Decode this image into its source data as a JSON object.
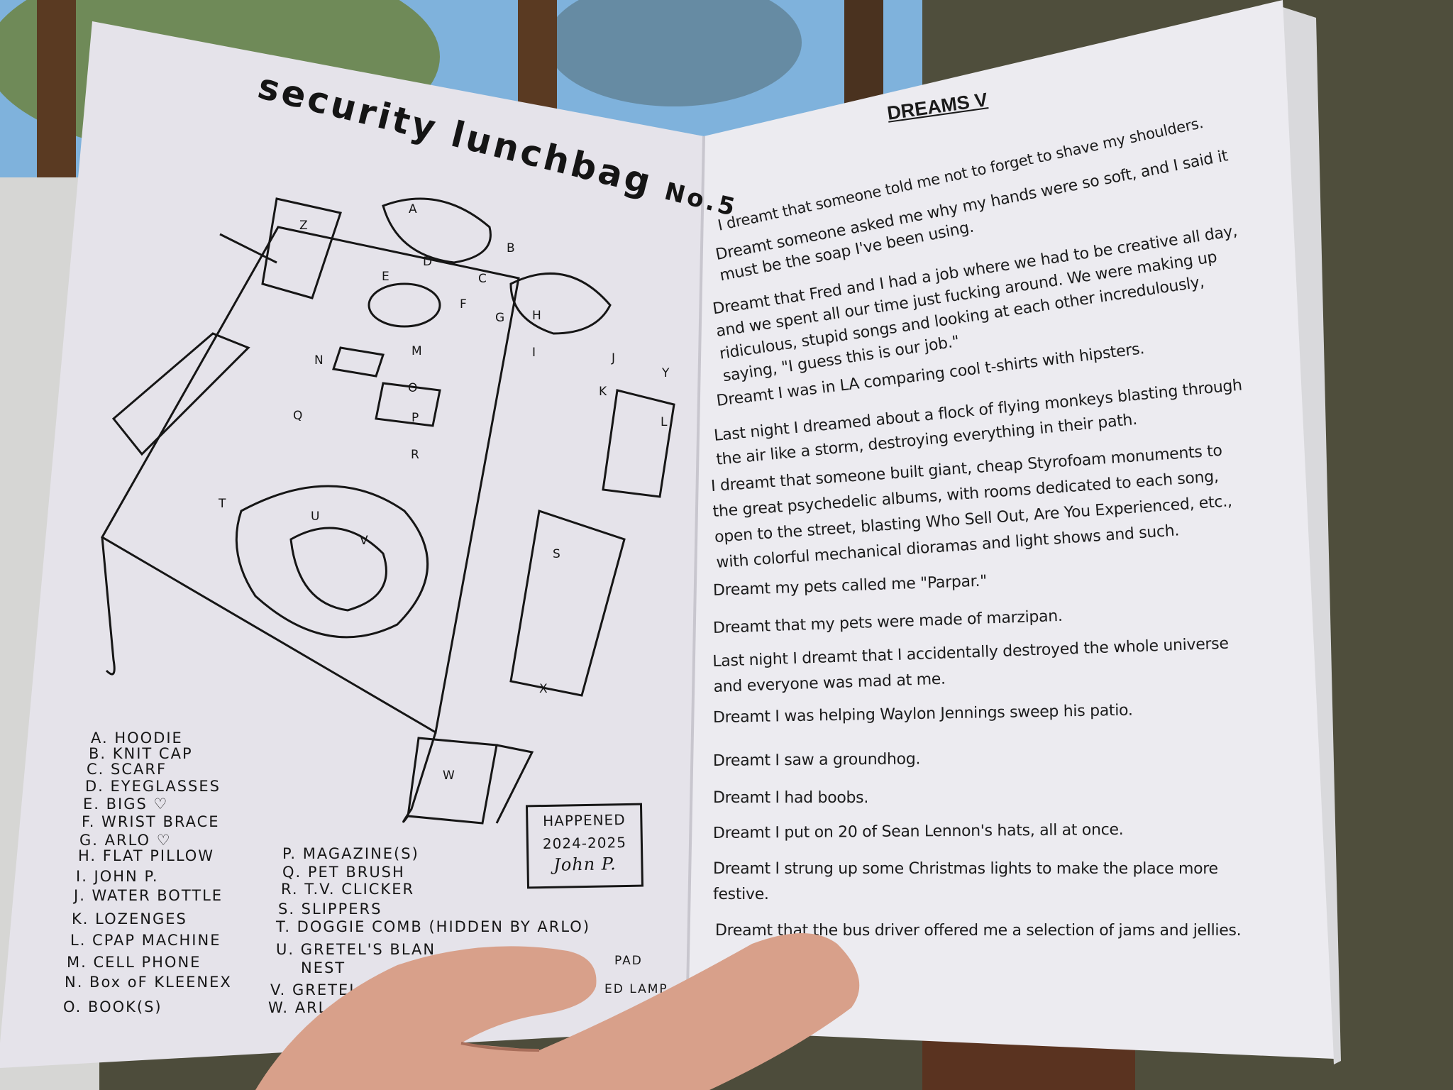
{
  "left_page": {
    "title": "security lunchbag",
    "issue": "No.5",
    "drawing_labels": [
      "A",
      "B",
      "C",
      "D",
      "E",
      "F",
      "G",
      "H",
      "I",
      "J",
      "K",
      "L",
      "M",
      "N",
      "O",
      "P",
      "Q",
      "R",
      "S",
      "T",
      "U",
      "V",
      "W",
      "X",
      "Y",
      "Z"
    ],
    "legend_col1": [
      "A. HOODIE",
      "B. KNIT CAP",
      "C. SCARF",
      "D. EYEGLASSES",
      "E. BIGS ♡",
      "F. WRIST BRACE",
      "G. ARLO ♡",
      "H. FLAT PILLOW",
      "I. JOHN P.",
      "J. WATER BOTTLE",
      "K. LOZENGES",
      "L. CPAP MACHINE",
      "M. CELL PHONE",
      "N. Box oF KLEENEX",
      "O. BOOK(S)"
    ],
    "legend_col2": [
      "P. MAGAZINE(S)",
      "Q. PET BRUSH",
      "R. T.V. CLICKER",
      "S. SLIPPERS",
      "T. DOGGIE COMB (HIDDEN BY ARLO)",
      "U. GRETEL'S BLAN",
      "NEST",
      "V. GRETEL",
      "W. ARL"
    ],
    "legend_fragments": [
      "PAD",
      "ED LAMP"
    ],
    "stamp": {
      "line1": "HAPPENED",
      "line2": "2024-2025",
      "signature": "John P."
    }
  },
  "right_page": {
    "title": "DREAMS V",
    "paragraphs": [
      [
        "I dreamt that someone told me not to forget to shave my shoulders."
      ],
      [
        "Dreamt someone asked me why my hands were so soft, and I said it",
        "must be the soap I've been using."
      ],
      [
        "Dreamt that Fred and I had a job where we had to be creative all day,",
        "and we spent all our time just fucking around. We were making up",
        "ridiculous, stupid songs and looking at each other incredulously,",
        "saying, \"I guess this is our job.\""
      ],
      [
        "Dreamt I was in LA comparing cool t-shirts with hipsters."
      ],
      [
        "Last night I dreamed about a flock of flying monkeys blasting through",
        "the air like a storm, destroying everything in their path."
      ],
      [
        "I dreamt that someone built giant, cheap Styrofoam monuments to",
        "the great psychedelic albums, with rooms dedicated to each song,",
        "open to the street, blasting Who Sell Out, Are You Experienced, etc.,",
        "with colorful mechanical dioramas and light shows and such."
      ],
      [
        "Dreamt my pets called me \"Parpar.\""
      ],
      [
        "Dreamt that my pets were made of marzipan."
      ],
      [
        "Last night I dreamt that I accidentally destroyed the whole universe",
        "and everyone was mad at me."
      ],
      [
        "Dreamt I was helping Waylon Jennings sweep his patio."
      ],
      [
        "Dreamt I saw a groundhog."
      ],
      [
        "Dreamt I had boobs."
      ],
      [
        "Dreamt I put on 20 of Sean Lennon's hats, all at once."
      ],
      [
        "Dreamt I strung up some Christmas lights to make the place more",
        "festive."
      ],
      [
        "Dreamt that the bus driver offered me a selection of jams and jellies."
      ]
    ]
  }
}
